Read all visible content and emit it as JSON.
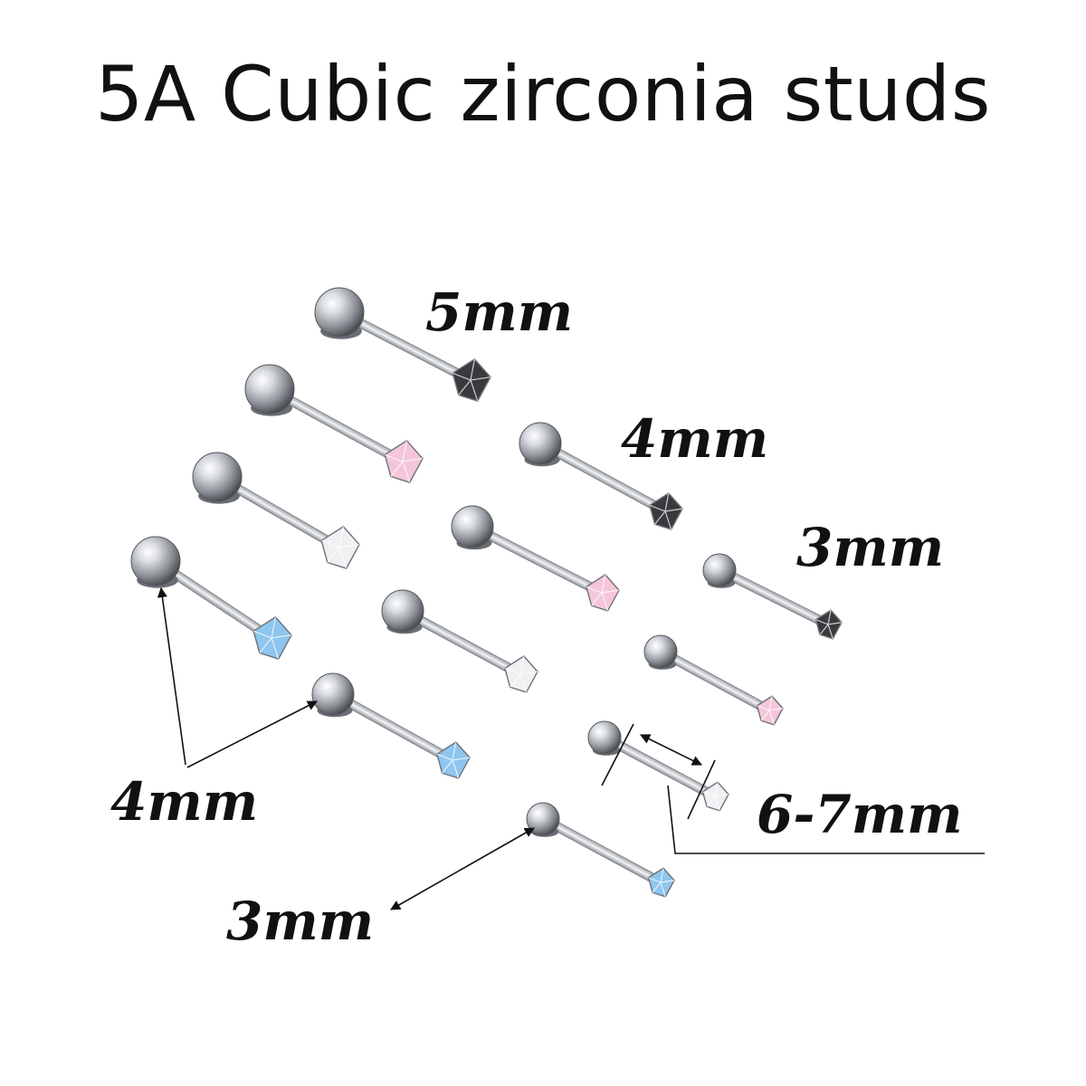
{
  "title": "5A Cubic zirconia studs",
  "labels": {
    "top_5mm": "5mm",
    "top_4mm": "4mm",
    "top_3mm": "3mm",
    "ball_4mm": "4mm",
    "ball_3mm": "3mm",
    "bar_length": "6-7mm"
  },
  "colors": {
    "text": "#111111",
    "clear_gem": "#eef0f2",
    "pink_gem": "#f5c6da",
    "blue_gem": "#8ec6ef",
    "black_gem": "#3a3a3e",
    "steel": "#b8bcc2"
  },
  "studs": [
    {
      "ball_mm": 5,
      "gem": "black_gem"
    },
    {
      "ball_mm": 5,
      "gem": "pink_gem"
    },
    {
      "ball_mm": 5,
      "gem": "clear_gem"
    },
    {
      "ball_mm": 5,
      "gem": "blue_gem"
    },
    {
      "ball_mm": 4,
      "gem": "black_gem"
    },
    {
      "ball_mm": 4,
      "gem": "pink_gem"
    },
    {
      "ball_mm": 4,
      "gem": "clear_gem"
    },
    {
      "ball_mm": 4,
      "gem": "blue_gem"
    },
    {
      "ball_mm": 3,
      "gem": "black_gem"
    },
    {
      "ball_mm": 3,
      "gem": "pink_gem"
    },
    {
      "ball_mm": 3,
      "gem": "clear_gem"
    },
    {
      "ball_mm": 3,
      "gem": "blue_gem"
    }
  ]
}
